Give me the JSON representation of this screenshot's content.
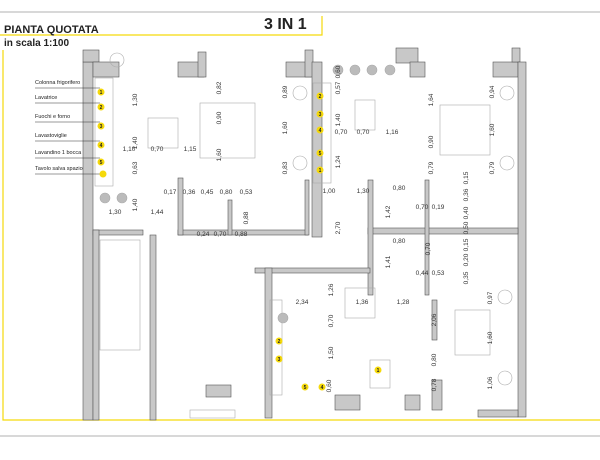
{
  "header": {
    "title": "PIANTA QUOTATA",
    "scale": "in scala 1:100",
    "brand": "3 IN 1"
  },
  "colors": {
    "accent": "#f5d90a",
    "wall": "#c8c8c8",
    "wall_stroke": "#555555",
    "furniture": "#bbbbbb"
  },
  "legend": [
    {
      "num": "1",
      "label": "Colonna frigorifero"
    },
    {
      "num": "2",
      "label": "Lavatrice"
    },
    {
      "num": "3",
      "label": "Fuochi e forno"
    },
    {
      "num": "4",
      "label": "Lavastoviglie"
    },
    {
      "num": "5",
      "label": "Lavandino 1 bocca"
    },
    {
      "num": "",
      "label": "Tavolo salva spazio"
    }
  ],
  "dimensions": [
    "1,30",
    "1,40",
    "1,10",
    "0,70",
    "1,15",
    "0,63",
    "1,40",
    "1,30",
    "1,44",
    "0,82",
    "0,90",
    "1,60",
    "0,17",
    "0,36",
    "0,45",
    "0,80",
    "0,53",
    "0,88",
    "0,24",
    "0,70",
    "0,88",
    "0,89",
    "1,60",
    "0,83",
    "0,60",
    "0,57",
    "1,40",
    "0,70",
    "0,70",
    "1,16",
    "1,24",
    "1,00",
    "1,30",
    "2,70",
    "1,64",
    "0,90",
    "0,79",
    "0,80",
    "1,42",
    "0,70",
    "0,19",
    "0,15",
    "0,36",
    "0,40",
    "0,50",
    "0,94",
    "1,60",
    "0,79",
    "0,80",
    "1,41",
    "0,70",
    "0,15",
    "0,20",
    "0,35",
    "0,44",
    "0,53",
    "1,26",
    "2,34",
    "1,36",
    "1,28",
    "0,70",
    "1,50",
    "2,06",
    "0,97",
    "1,60",
    "0,80",
    "0,60",
    "0,78",
    "1,06"
  ],
  "markers": [
    "1",
    "2",
    "3",
    "4",
    "5",
    "2",
    "3",
    "4",
    "5",
    "1",
    "2",
    "3",
    "4",
    "5",
    "1"
  ]
}
